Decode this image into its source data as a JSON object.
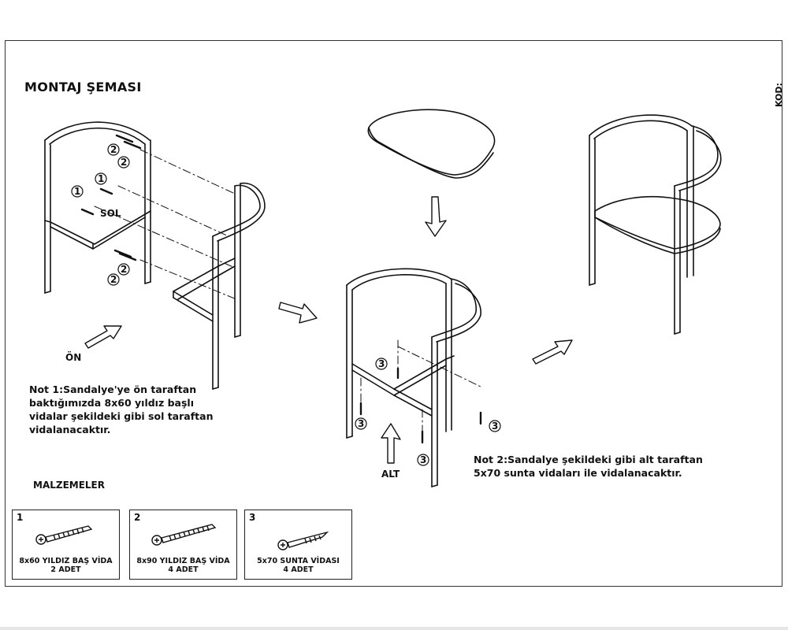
{
  "title": "MONTAJ ŞEMASI",
  "code_label": "KOD:",
  "labels": {
    "sol": "SOL",
    "on": "ÖN",
    "alt": "ALT"
  },
  "callouts": {
    "screw1": "1",
    "screw2": "2",
    "screw3": "3"
  },
  "note1": "Not 1:Sandalye'ye ön taraftan baktığımızda 8x60 yıldız başlı vidalar şekildeki gibi sol taraftan vidalanacaktır.",
  "note2": "Not 2:Sandalye şekildeki gibi alt taraftan 5x70 sunta vidaları ile vidalanacaktır.",
  "materials": {
    "heading": "MALZEMELER",
    "items": [
      {
        "number": "1",
        "name": "8x60 YILDIZ BAŞ VİDA",
        "qty": "2 ADET"
      },
      {
        "number": "2",
        "name": "8x90 YILDIZ BAŞ VİDA",
        "qty": "4 ADET"
      },
      {
        "number": "3",
        "name": "5x70 SUNTA VİDASI",
        "qty": "4 ADET"
      }
    ]
  }
}
